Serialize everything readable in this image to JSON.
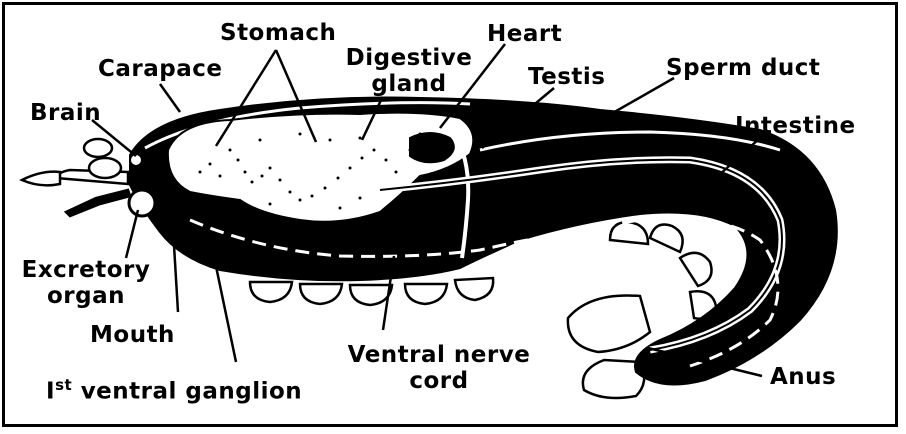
{
  "labels": {
    "stomach": "Stomach",
    "heart": "Heart",
    "digestive_gland_line1": "Digestive",
    "digestive_gland_line2": "gland",
    "carapace": "Carapace",
    "testis": "Testis",
    "sperm_duct": "Sperm duct",
    "brain": "Brain",
    "intestine": "Intestine",
    "excretory_organ_line1": "Excretory",
    "excretory_organ_line2": "organ",
    "mouth": "Mouth",
    "ventral_nerve_cord_line1": "Ventral nerve",
    "ventral_nerve_cord_line2": "cord",
    "anus": "Anus",
    "first_ventral_ganglion_prefix": "I",
    "first_ventral_ganglion_sup": "st",
    "first_ventral_ganglion_text": "ventral ganglion"
  }
}
